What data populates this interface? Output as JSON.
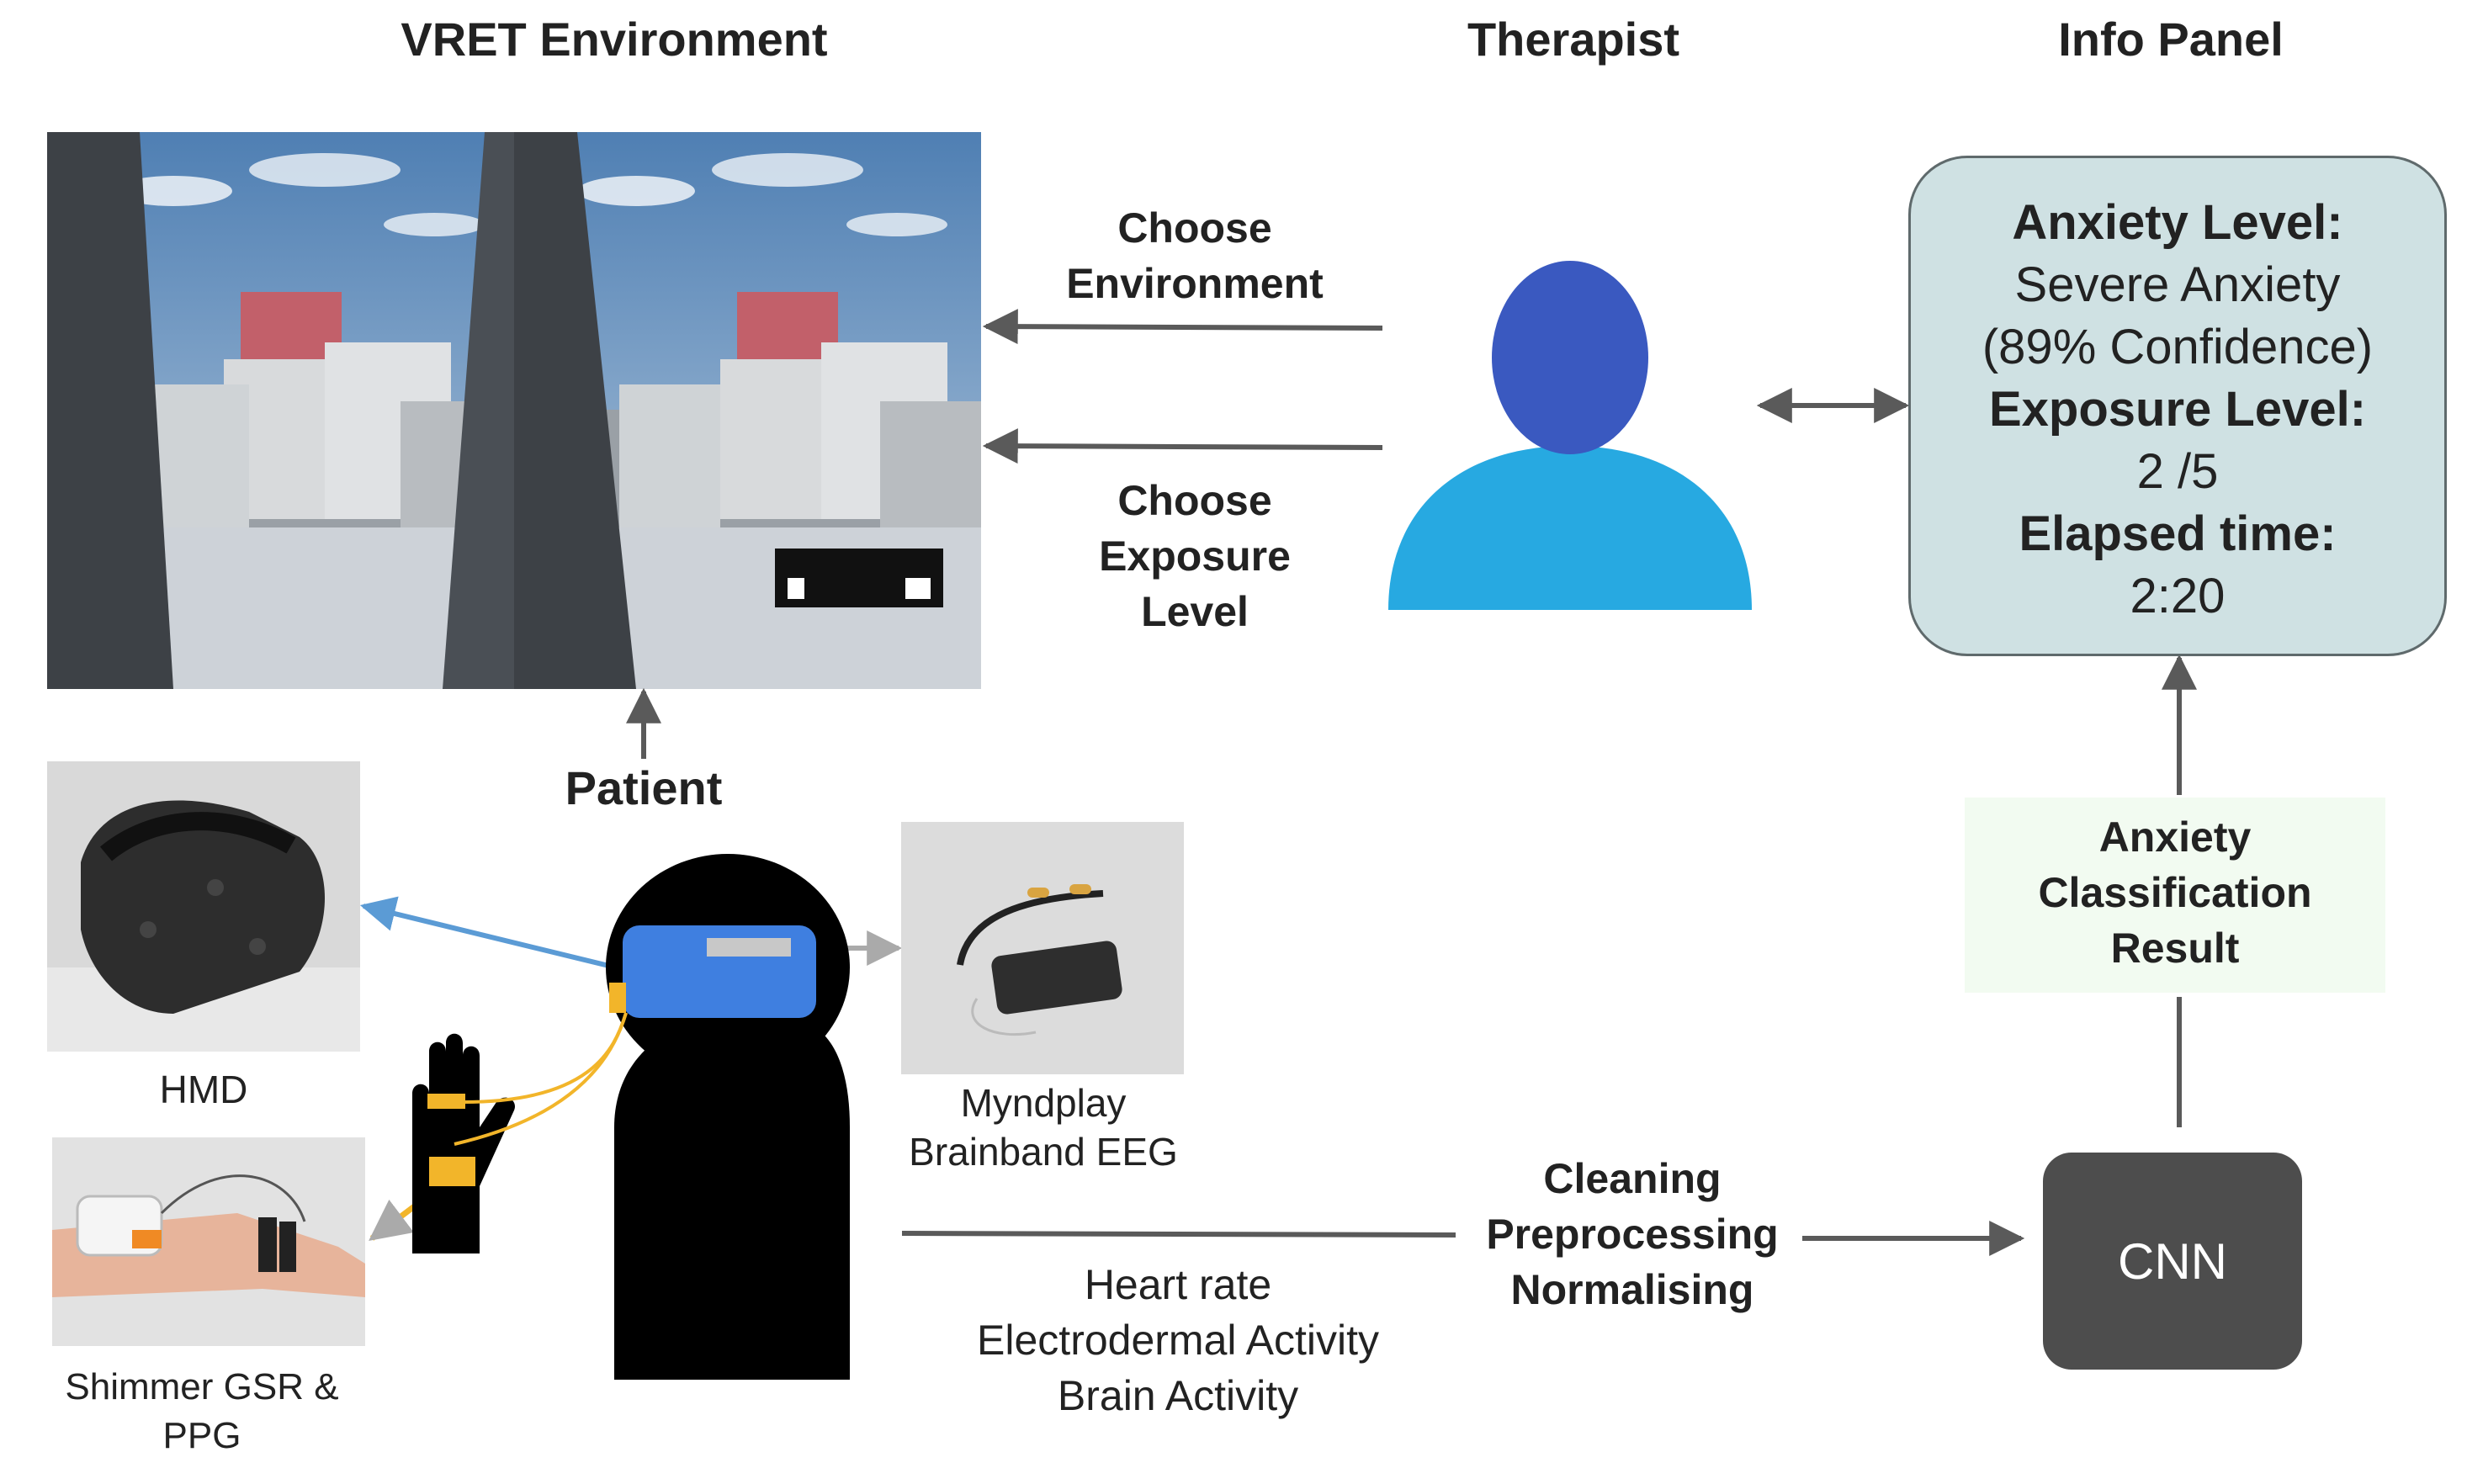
{
  "headers": {
    "vret": "VRET Environment",
    "therapist": "Therapist",
    "info_panel": "Info Panel"
  },
  "therapist_actions": {
    "choose_environment": [
      "Choose",
      "Environment"
    ],
    "choose_exposure": [
      "Choose",
      "Exposure",
      "Level"
    ]
  },
  "patient_label": "Patient",
  "info_panel": {
    "anxiety_level_label": "Anxiety Level:",
    "anxiety_level_value_1": "Severe Anxiety",
    "anxiety_level_value_2": "(89% Confidence)",
    "exposure_level_label": "Exposure Level:",
    "exposure_level_value": "2 /5",
    "elapsed_time_label": "Elapsed time:",
    "elapsed_time_value": "2:20"
  },
  "devices": {
    "hmd": "HMD",
    "eeg": [
      "Myndplay",
      "Brainband EEG"
    ],
    "gsr": [
      "Shimmer GSR &",
      "PPG"
    ]
  },
  "signals": [
    "Heart rate",
    "Electrodermal Activity",
    "Brain Activity"
  ],
  "preprocessing": [
    "Cleaning",
    "Preprocessing",
    "Normalising"
  ],
  "classification": [
    "Anxiety",
    "Classification",
    "Result"
  ],
  "model": "CNN",
  "colors": {
    "person_head": "#3a59c0",
    "person_body": "#27a9e1",
    "headset": "#3f7fe0",
    "sensor_wire": "#f2b52a",
    "hmd_arrow": "#5b9bd5",
    "info_panel_bg": "#cfe1e3",
    "cnn_bg": "#4d4d4d",
    "arrow": "#5a5a5a"
  }
}
